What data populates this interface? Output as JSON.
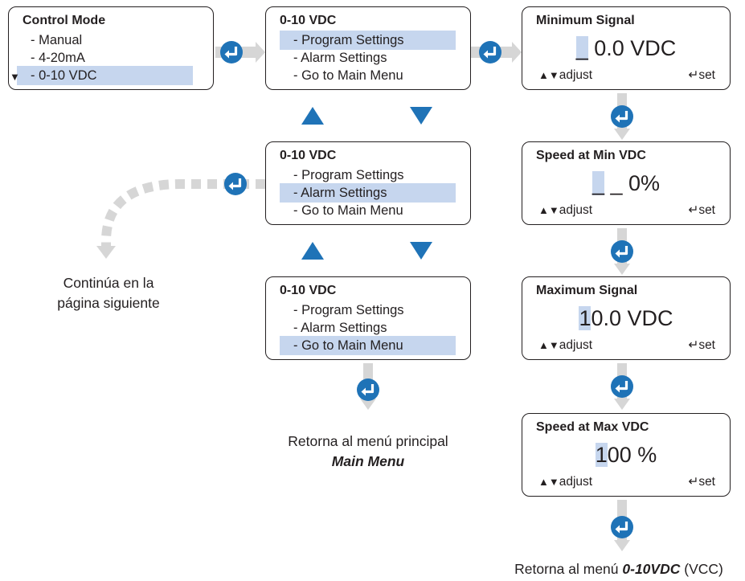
{
  "colors": {
    "accent_blue": "#1f73b7",
    "highlight": "#c6d6ee",
    "connector_gray": "#d6d6d6",
    "text": "#231f20"
  },
  "icons": {
    "enter": "return-arrow-icon",
    "triangle_up": "triangle-up-icon",
    "triangle_down": "triangle-down-icon"
  },
  "control_mode": {
    "title": "Control Mode",
    "items": [
      "- Manual",
      "- 4-20mA",
      "- 0-10 VDC"
    ],
    "marker": "▼"
  },
  "menu": {
    "title": "0-10 VDC",
    "items": [
      "- Program Settings",
      "- Alarm Settings",
      "- Go to Main Menu"
    ]
  },
  "settings": [
    {
      "title": "Minimum Signal",
      "highlight": "_",
      "rest": " 0.0 VDC"
    },
    {
      "title": "Speed at Min VDC",
      "highlight": "_",
      "rest": " _ 0%"
    },
    {
      "title": "Maximum Signal",
      "highlight": "1",
      "rest": "0.0 VDC"
    },
    {
      "title": "Speed at Max VDC",
      "highlight": "1",
      "rest": "00 %"
    }
  ],
  "footer": {
    "adjust_arrows": "▲▼",
    "adjust": "adjust",
    "set_arrow": "↵",
    "set": "set"
  },
  "captions": {
    "continue_line1": "Continúa en la",
    "continue_line2": "página siguiente",
    "main_menu_line1": "Retorna al menú principal",
    "main_menu_line2": "Main Menu",
    "return_prefix": "Retorna al menú ",
    "return_bold": "0-10VDC",
    "return_suffix": " (VCC)"
  }
}
